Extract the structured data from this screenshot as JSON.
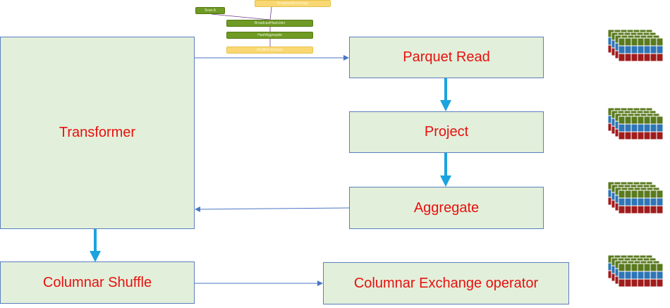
{
  "nodes": {
    "transformer": "Transformer",
    "parquet_read": "Parquet Read",
    "project": "Project",
    "aggregate": "Aggregate",
    "columnar_shuffle": "Columnar Shuffle",
    "columnar_exchange": "Columnar Exchange operator"
  },
  "mini_plan": {
    "scan": "Scan A",
    "broadcast_exchange": "BroadcastExchange",
    "broadcast_hash_join": "BroadcastHashJoin",
    "hash_aggregate": "HashAggregate",
    "shuffle_exchange": "ShuffleExchange"
  },
  "colors": {
    "box_fill": "#e2efda",
    "box_border": "#5b7fbf",
    "label_text": "#e8100f",
    "thick_arrow": "#1aa3e0",
    "thin_arrow": "#4a76c4",
    "batch_green": "#5a7a1e",
    "batch_blue": "#2e75b6",
    "batch_red": "#a01c1c"
  },
  "icons": [
    "columnar-batch-icon",
    "columnar-batch-icon",
    "columnar-batch-icon",
    "columnar-batch-icon"
  ]
}
